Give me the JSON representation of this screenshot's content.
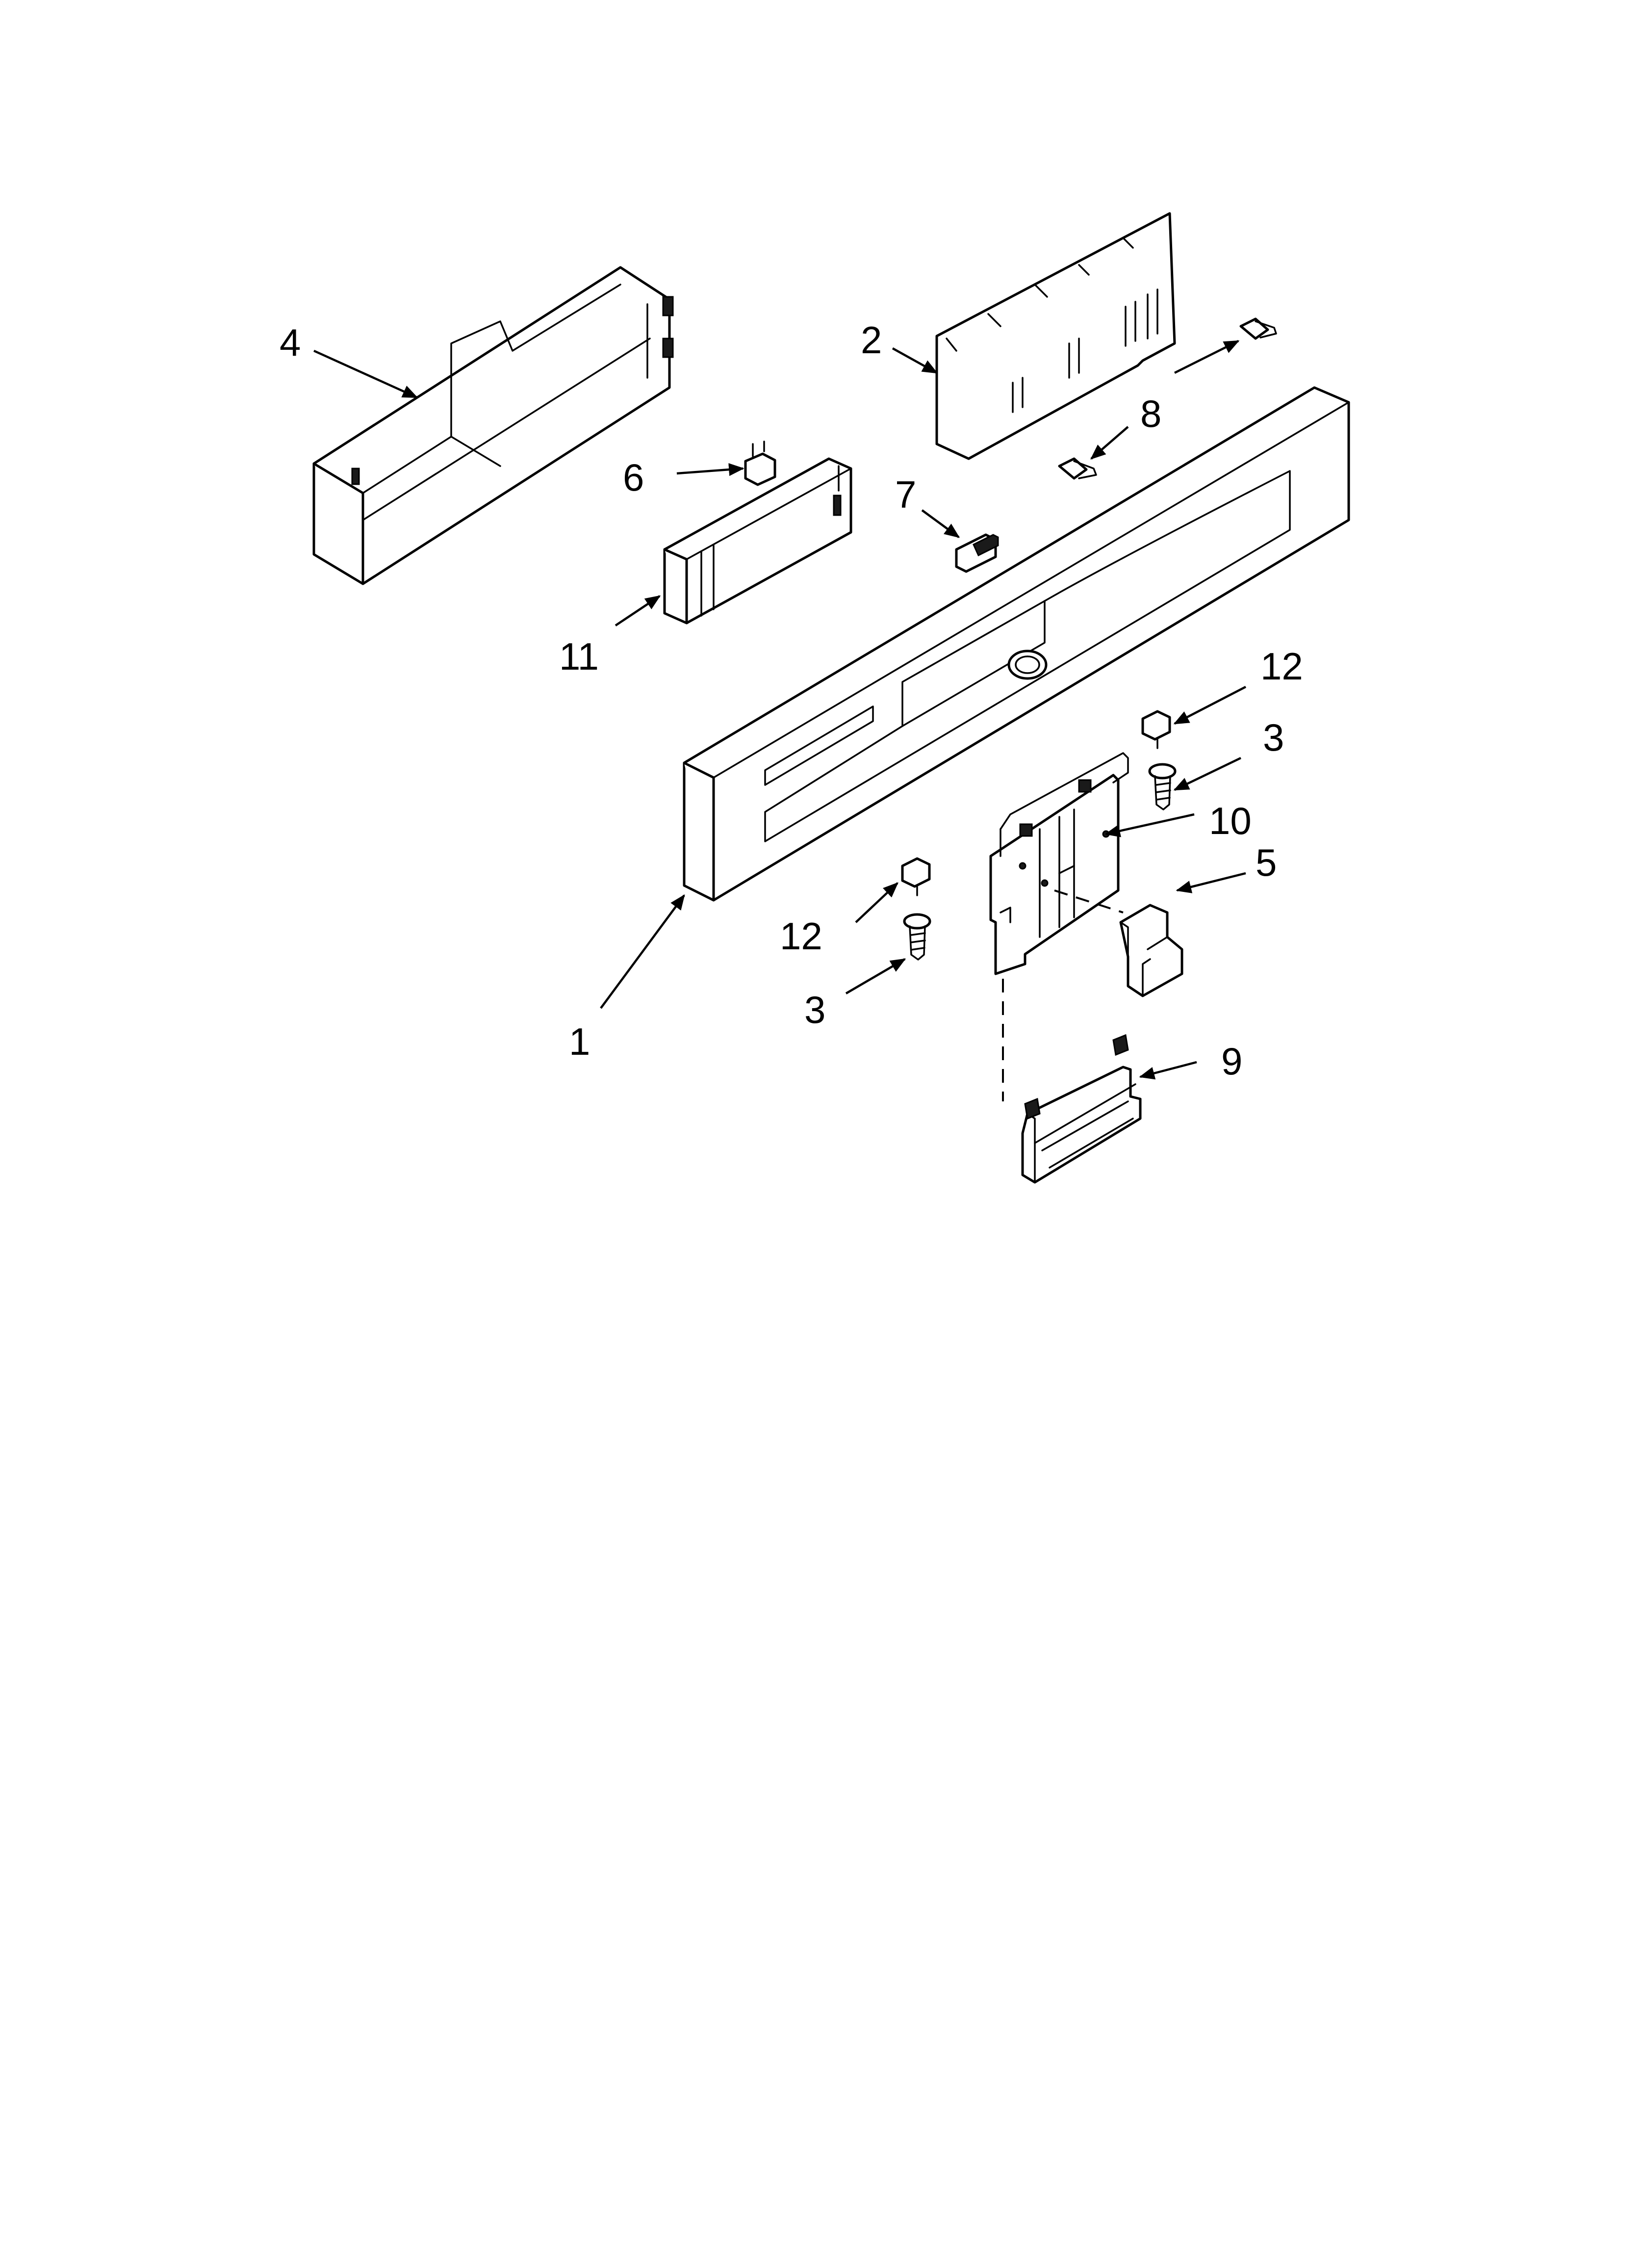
{
  "diagram": {
    "callouts": [
      {
        "id": "c1",
        "label": "1"
      },
      {
        "id": "c2",
        "label": "2"
      },
      {
        "id": "c3a",
        "label": "3"
      },
      {
        "id": "c3b",
        "label": "3"
      },
      {
        "id": "c4",
        "label": "4"
      },
      {
        "id": "c5",
        "label": "5"
      },
      {
        "id": "c6",
        "label": "6"
      },
      {
        "id": "c7",
        "label": "7"
      },
      {
        "id": "c8",
        "label": "8"
      },
      {
        "id": "c9",
        "label": "9"
      },
      {
        "id": "c10",
        "label": "10"
      },
      {
        "id": "c11",
        "label": "11"
      },
      {
        "id": "c12a",
        "label": "12"
      },
      {
        "id": "c12b",
        "label": "12"
      }
    ]
  }
}
